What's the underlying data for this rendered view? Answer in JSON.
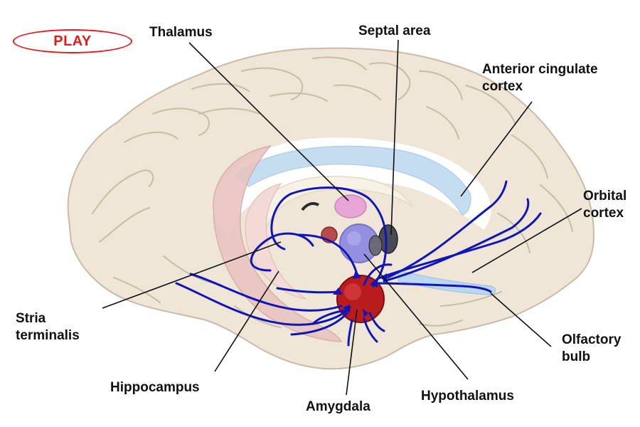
{
  "play_button": {
    "label": "PLAY"
  },
  "labels": {
    "thalamus": "Thalamus",
    "septal_area": "Septal area",
    "anterior_cingulate": [
      "Anterior cingulate",
      "cortex"
    ],
    "orbital_cortex": [
      "Orbital",
      "cortex"
    ],
    "olfactory_bulb": [
      "Olfactory",
      "bulb"
    ],
    "stria_terminalis": [
      "Stria",
      "terminalis"
    ],
    "hippocampus": "Hippocampus",
    "amygdala": "Amygdala",
    "hypothalamus": "Hypothalamus"
  },
  "colors": {
    "brain_fill": "#efe6d8",
    "brain_outline": "#c9bba6",
    "pathway": "#1015b8",
    "amygdala": "#b81c1c",
    "hypothalamus": "#8c86e0",
    "thalamus": "#e8a6d8",
    "septal": "#4a4a55",
    "ventricle": "#bcd8ee",
    "hippocampus": "#e9c4c0",
    "play": "#e21b1b"
  }
}
